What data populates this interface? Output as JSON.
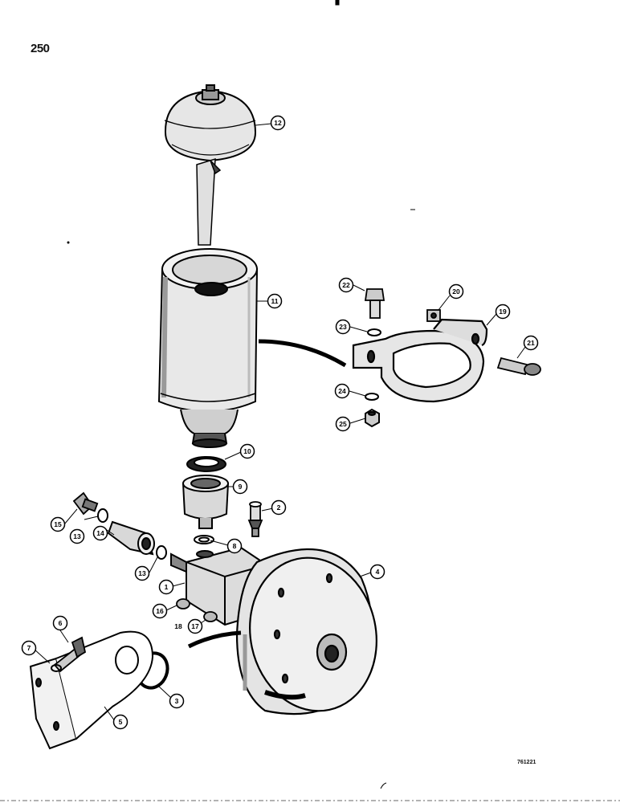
{
  "page_number": "250",
  "figure_code": "761221",
  "callouts": [
    {
      "id": "c1",
      "label": "1"
    },
    {
      "id": "c2",
      "label": "2"
    },
    {
      "id": "c3",
      "label": "3"
    },
    {
      "id": "c4",
      "label": "4"
    },
    {
      "id": "c5",
      "label": "5"
    },
    {
      "id": "c6",
      "label": "6"
    },
    {
      "id": "c7",
      "label": "7"
    },
    {
      "id": "c8",
      "label": "8"
    },
    {
      "id": "c9",
      "label": "9"
    },
    {
      "id": "c10",
      "label": "10"
    },
    {
      "id": "c11",
      "label": "11"
    },
    {
      "id": "c12",
      "label": "12"
    },
    {
      "id": "c13a",
      "label": "13"
    },
    {
      "id": "c13b",
      "label": "13"
    },
    {
      "id": "c14",
      "label": "14"
    },
    {
      "id": "c15",
      "label": "15"
    },
    {
      "id": "c16",
      "label": "16"
    },
    {
      "id": "c17",
      "label": "17"
    },
    {
      "id": "c18",
      "label": "18"
    },
    {
      "id": "c19",
      "label": "19"
    },
    {
      "id": "c20",
      "label": "20"
    },
    {
      "id": "c21",
      "label": "21"
    },
    {
      "id": "c22",
      "label": "22"
    },
    {
      "id": "c23",
      "label": "23"
    },
    {
      "id": "c24",
      "label": "24"
    },
    {
      "id": "c25",
      "label": "25"
    }
  ]
}
